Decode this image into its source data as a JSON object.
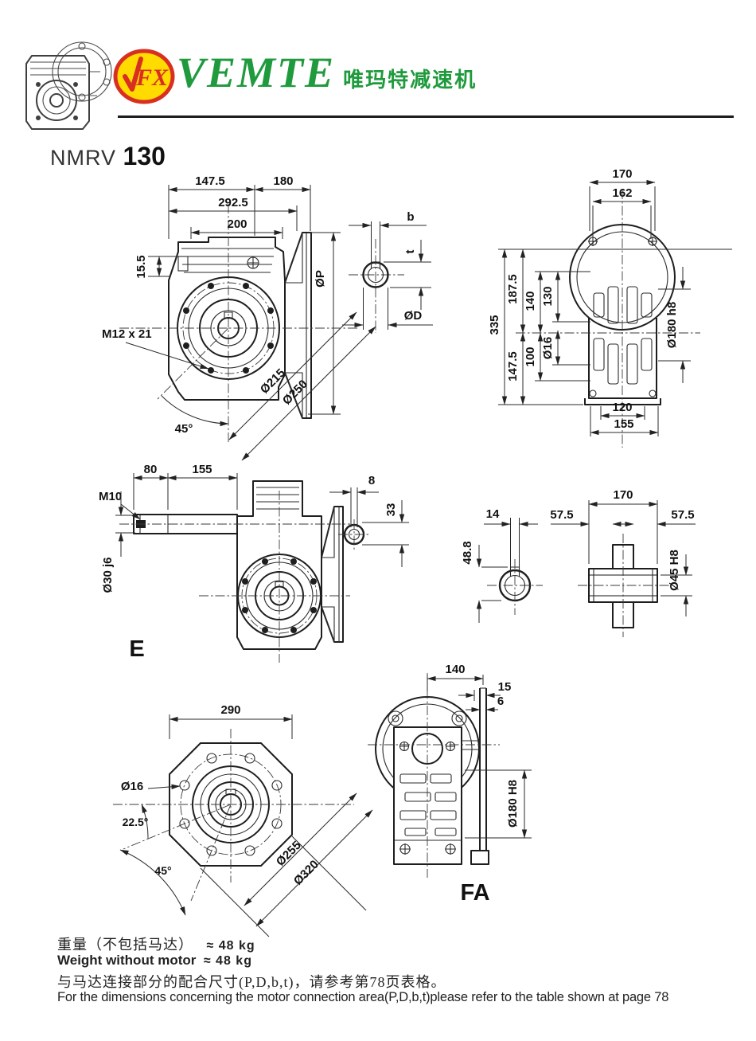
{
  "header": {
    "brand": "VEMTE",
    "brand_suffix": "唯玛特减速机",
    "logo_text": "FX"
  },
  "title": {
    "series": "NMRV",
    "model": "130"
  },
  "views": {
    "side": {
      "width_left": "147.5",
      "width_right": "180",
      "width_total": "292.5",
      "width_body": "200",
      "offset_top": "15.5",
      "tap": "M12 x 21",
      "bolt_circle": "Ø215",
      "flange_od": "Ø250",
      "angle": "45°",
      "motor_flange": "ØP"
    },
    "key_pdbt": {
      "b": "b",
      "t": "t",
      "d": "ØD"
    },
    "back": {
      "w170": "170",
      "w162": "162",
      "h335": "335",
      "h187": "187.5",
      "h147": "147.5",
      "h140": "140",
      "h100": "100",
      "h130": "130",
      "hole": "Ø16",
      "spigot": "Ø180 h8",
      "b120": "120",
      "b155": "155"
    },
    "e_view": {
      "l80": "80",
      "l155": "155",
      "tap": "M10",
      "shaft": "Ø30 j6",
      "label": "E"
    },
    "worm_key": {
      "w8": "8",
      "h33": "33"
    },
    "bore_end": {
      "w14": "14",
      "h488": "48.8"
    },
    "hollow": {
      "l170": "170",
      "l57a": "57.5",
      "l57b": "57.5",
      "bore": "Ø45 H8"
    },
    "flange_fa": {
      "w290": "290",
      "hole": "Ø16",
      "a225": "22.5°",
      "a45": "45°",
      "bc": "Ø255",
      "od": "Ø320"
    },
    "fa_side": {
      "w140": "140",
      "w15": "15",
      "w6": "6",
      "spigot": "Ø180 H8",
      "label": "FA"
    }
  },
  "footer": {
    "weight_cn": "重量（不包括马达）",
    "weight_cn_val": "≈  48 kg",
    "weight_en": "Weight without motor",
    "weight_en_val": "≈  48 kg",
    "note_cn": "与马达连接部分的配合尺寸(P,D,b,t)，请参考第78页表格。",
    "note_en": "For the dimensions concerning the motor connection area(P,D,b,t)please refer to the table shown at page 78"
  },
  "colors": {
    "brand_green": "#1f9a3d",
    "logo_yellow": "#ffdb00",
    "logo_red": "#d92f23",
    "ink": "#1c1c1c"
  }
}
